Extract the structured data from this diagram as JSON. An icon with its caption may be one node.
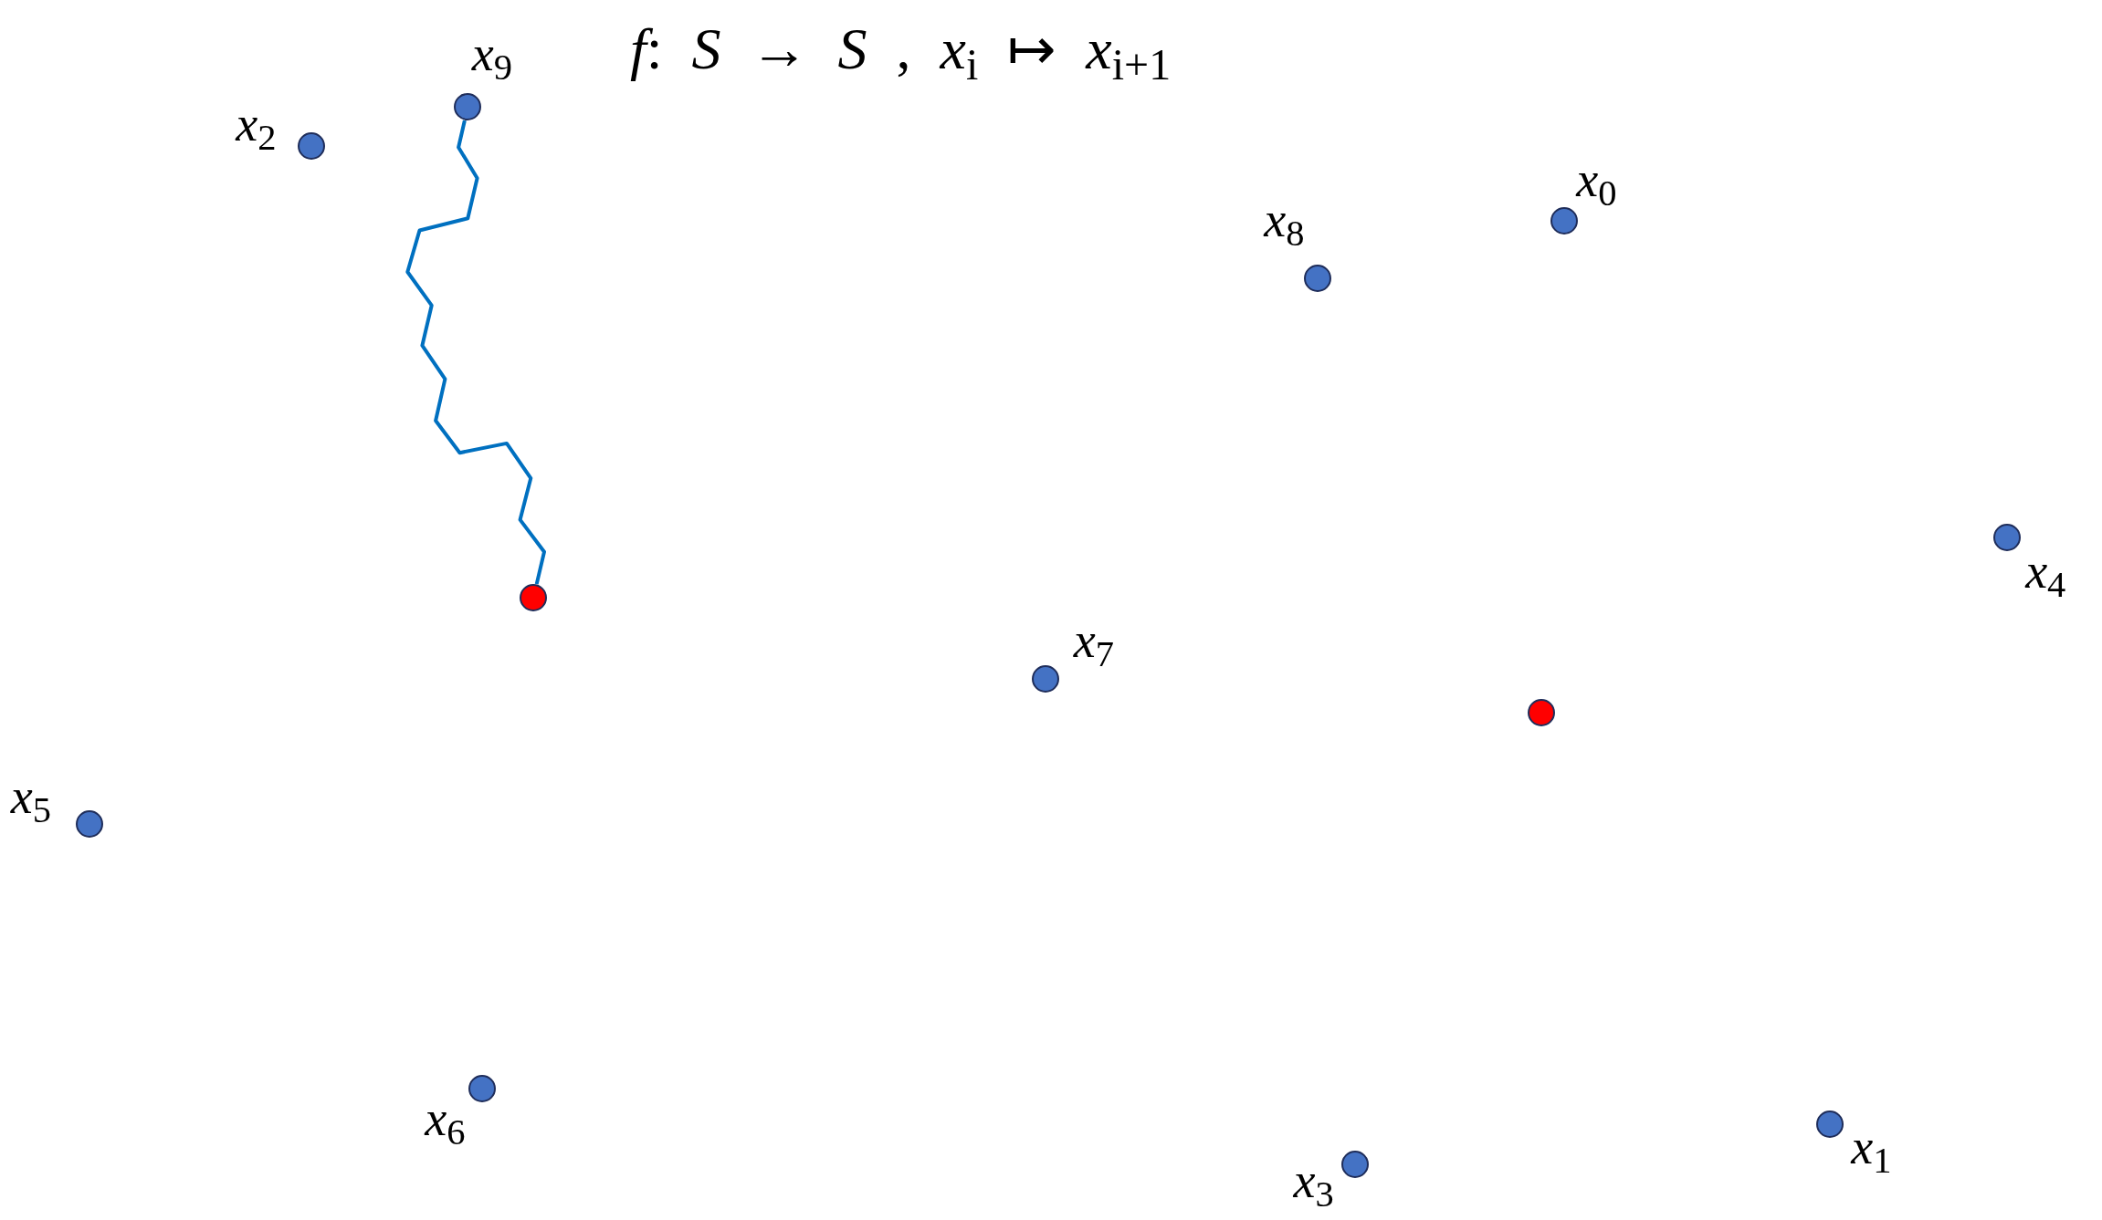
{
  "diagram": {
    "title": "*f*: *S* → *S* , *x*$_{i}$ ↦ *x*$_{i+1}$",
    "nodes": [
      {
        "text": [],
        "shape": "circle",
        "beside": [
          "*x*$_{9}$"
        ]
      },
      {
        "text": [],
        "shape": "circle",
        "beside": [
          "*x*$_{2}$"
        ]
      },
      {
        "text": [],
        "shape": "circle",
        "beside": [
          "*x*$_{0}$"
        ]
      },
      {
        "text": [],
        "shape": "circle",
        "beside": [
          "*x*$_{8}$"
        ]
      },
      {
        "text": [],
        "shape": "circle",
        "beside": [
          "*x*$_{4}$"
        ]
      },
      {
        "text": [],
        "shape": "circle"
      },
      {
        "text": [],
        "shape": "circle",
        "beside": [
          "*x*$_{7}$"
        ]
      },
      {
        "text": [],
        "shape": "circle"
      },
      {
        "text": [],
        "shape": "circle",
        "beside": [
          "*x*$_{5}$"
        ]
      },
      {
        "text": [],
        "shape": "circle",
        "beside": [
          "*x*$_{6}$"
        ]
      },
      {
        "text": [],
        "shape": "circle",
        "beside": [
          "*x*$_{3}$"
        ]
      },
      {
        "text": [],
        "shape": "circle",
        "beside": [
          "*x*$_{1}$"
        ]
      }
    ],
    "edges": [
      {
        "from": 0,
        "to": 5,
        "arrow": "none"
      }
    ]
  }
}
